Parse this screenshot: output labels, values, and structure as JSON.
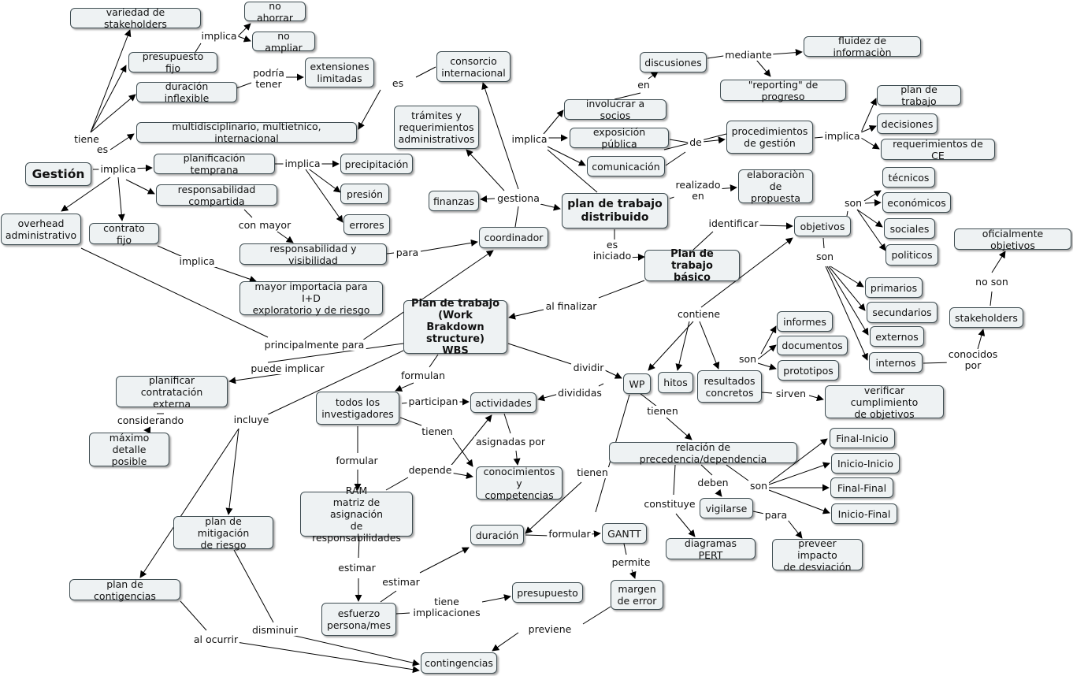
{
  "nodes": {
    "gestion": "Gestión",
    "variedad": "variedad de stakeholders",
    "presupuesto_fijo": "presupuesto fijo",
    "no_ahorrar": "no ahorrar",
    "no_ampliar": "no ampliar",
    "duracion_inflexible": "duración inflexible",
    "extensiones": "extensiones\nlimitadas",
    "multidisciplinario": "multidisciplinario, multietnico, internacional",
    "consorcio": "consorcio\ninternacional",
    "planif_temprana": "planificación temprana",
    "precipitacion": "precipitación",
    "presion": "presión",
    "errores": "errores",
    "resp_compartida": "responsabilidad compartida",
    "overhead": "overhead\nadministrativo",
    "contrato_fijo": "contrato fijo",
    "resp_visibilidad": "responsabilidad y visibilidad",
    "mayor_importancia": "mayor importacia para I+D\nexploratorio y de riesgo",
    "tramites": "trámites y\nrequerimientos\nadministrativos",
    "finanzas": "finanzas",
    "coordinador": "coordinador",
    "plan_distribuido": "plan de trabajo\ndistribuido",
    "involucrar": "involucrar a socios",
    "exposicion": "exposición pública",
    "comunicacion": "comunicación",
    "discusiones": "discusiones",
    "fluidez": "fluidez de informaciòn",
    "reporting": "\"reporting\" de progreso",
    "procedimientos": "procedimientos\nde gestión",
    "nd_plan_trabajo": "plan de trabajo",
    "decisiones": "decisiones",
    "req_ce": "requerimientos de CE",
    "elaboracion": "elaboraciòn\nde propuesta",
    "plan_basico": "Plan de trabajo\nbásico",
    "objetivos": "objetivos",
    "tecnicos": "técnicos",
    "economicos": "económicos",
    "sociales": "sociales",
    "politicos": "politicos",
    "primarios": "primarios",
    "secundarios": "secundarios",
    "externos": "externos",
    "internos": "internos",
    "stakeholders": "stakeholders",
    "oficialmente": "oficialmente objetivos",
    "wbs": "Plan de trabajo\n(Work Brakdown\nstructure)\nWBS",
    "planificar": "planificar\ncontratación externa",
    "maximo": "máximo\ndetalle posible",
    "todos_inv": "todos los\ninvestigadores",
    "actividades": "actividades",
    "wp": "WP",
    "hitos": "hitos",
    "resultados": "resultados\nconcretos",
    "informes": "informes",
    "documentos": "documentos",
    "prototipos": "prototipos",
    "verificar": "verificar cumplimiento\nde objetivos",
    "conocimientos": "conocimientos\ny competencias",
    "ram": "RAM\nmatriz de asignación\nde responsabilidades",
    "relacion": "relación de precedencia/dependencia",
    "final_inicio": "Final-Inicio",
    "inicio_inicio": "Inicio-Inicio",
    "final_final": "Final-Final",
    "inicio_final": "Inicio-Final",
    "vigilarse": "vigilarse",
    "diagramas_pert": "diagramas PERT",
    "preveer": "preveer impacto\nde desviación",
    "plan_mitigacion": "plan de mitigación\nde riesgo",
    "plan_contingencias": "plan de contigencias",
    "duracion": "duración",
    "gantt": "GANTT",
    "margen": "margen\nde error",
    "esfuerzo": "esfuerzo\npersona/mes",
    "nd_presupuesto": "presupuesto",
    "contingencias": "contingencias"
  },
  "labels": {
    "tiene": "tiene",
    "es1": "es",
    "implica1": "implica",
    "implica2": "implica",
    "podria": "podría\ntener",
    "es2": "es",
    "implica3": "implica",
    "con_mayor": "con mayor",
    "implica4": "implica",
    "para1": "para",
    "principalmente": "principalmente para",
    "gestiona": "gestiona",
    "implica5": "implica",
    "en1": "en",
    "mediante": "mediante",
    "de": "de",
    "implica6": "implica",
    "realizado": "realizado\nen",
    "es_iniciado": "es\niniciado",
    "identificar": "identificar",
    "son1": "son",
    "son2": "son",
    "no_son": "no son",
    "conocidos": "conocidos\npor",
    "al_finalizar": "al finalizar",
    "contiene": "contiene",
    "puede": "puede implicar",
    "considerando": "considerando",
    "formulan": "formulan",
    "dividir": "dividir",
    "son3": "son",
    "sirven": "sirven",
    "participan": "participan",
    "divididas": "divididas",
    "tienen1": "tienen",
    "tienen2": "tienen",
    "asignadas": "asignadas por",
    "depende": "depende",
    "formular1": "formular",
    "incluye": "incluye",
    "deben": "deben",
    "son4": "son",
    "constituye": "constituye",
    "para2": "para",
    "tienen3": "tienen",
    "formular2": "formular",
    "permite": "permite",
    "estimar1": "estimar",
    "estimar2": "estimar",
    "tiene_impl": "tiene\nimplicaciones",
    "previene": "previene",
    "al_ocurrir": "al ocurrir",
    "disminuir": "disminuir"
  }
}
